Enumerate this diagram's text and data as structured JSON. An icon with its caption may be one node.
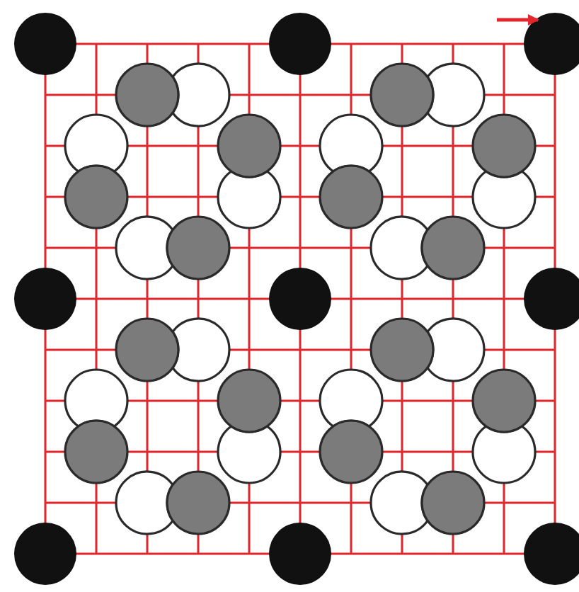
{
  "diagram": {
    "nodes": [
      {
        "text": [],
        "shape": "circle"
      },
      {
        "text": [],
        "shape": "circle"
      },
      {
        "text": [],
        "shape": "circle"
      },
      {
        "text": [],
        "shape": "circle"
      },
      {
        "text": [],
        "shape": "circle"
      },
      {
        "text": [],
        "shape": "circle"
      },
      {
        "text": [],
        "shape": "circle"
      },
      {
        "text": [],
        "shape": "circle"
      },
      {
        "text": [],
        "shape": "circle"
      },
      {
        "text": [],
        "shape": "circle"
      },
      {
        "text": [],
        "shape": "circle"
      },
      {
        "text": [],
        "shape": "circle"
      },
      {
        "text": [],
        "shape": "circle"
      },
      {
        "text": [],
        "shape": "circle"
      },
      {
        "text": [],
        "shape": "circle"
      },
      {
        "text": [],
        "shape": "circle"
      },
      {
        "text": [],
        "shape": "circle"
      },
      {
        "text": [],
        "shape": "circle"
      },
      {
        "text": [],
        "shape": "circle"
      },
      {
        "text": [],
        "shape": "circle"
      },
      {
        "text": [],
        "shape": "circle"
      },
      {
        "text": [],
        "shape": "circle"
      },
      {
        "text": [],
        "shape": "circle"
      },
      {
        "text": [],
        "shape": "circle"
      },
      {
        "text": [],
        "shape": "circle"
      },
      {
        "text": [],
        "shape": "circle"
      },
      {
        "text": [],
        "shape": "circle"
      },
      {
        "text": [],
        "shape": "circle"
      },
      {
        "text": [],
        "shape": "circle"
      },
      {
        "text": [],
        "shape": "circle"
      },
      {
        "text": [],
        "shape": "circle"
      },
      {
        "text": [],
        "shape": "circle"
      },
      {
        "text": [],
        "shape": "circle"
      },
      {
        "text": [],
        "shape": "circle"
      },
      {
        "text": [],
        "shape": "circle"
      },
      {
        "text": [],
        "shape": "circle"
      },
      {
        "text": [],
        "shape": "circle"
      },
      {
        "text": [],
        "shape": "circle"
      },
      {
        "text": [],
        "shape": "circle"
      },
      {
        "text": [],
        "shape": "circle"
      },
      {
        "text": [],
        "shape": "circle"
      }
    ]
  }
}
